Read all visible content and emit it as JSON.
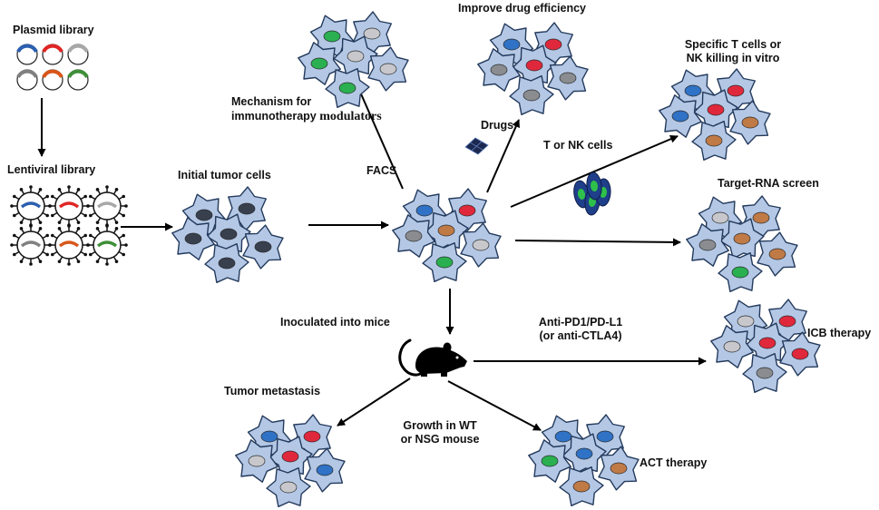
{
  "labels": {
    "plasmid_library": "Plasmid library",
    "lentiviral_library": "Lentiviral library",
    "initial_tumor_cells": "Initial tumor cells",
    "facs": "FACS",
    "mechanism_line1": "Mechanism  for",
    "mechanism_line2a": "immunotherapy ",
    "mechanism_line2b": "modulators",
    "improve_drug_efficiency": "Improve drug efficiency",
    "drugs": "Drugs",
    "t_or_nk_cells": "T or NK cells",
    "specific_line1": "Specific T cells or",
    "specific_line2": "NK killing in vitro",
    "target_rna_screen": "Target-RNA screen",
    "inoculated_into_mice": "Inoculated into mice",
    "anti_pd1_line1": "Anti-PD1/PD-L1",
    "anti_pd1_line2": "(or anti-CTLA4)",
    "icb_therapy": "ICB therapy",
    "tumor_metastasis": "Tumor metastasis",
    "growth_line1": "Growth in WT",
    "growth_line2": "or NSG mouse",
    "act_therapy": "ACT therapy"
  },
  "colors": {
    "cell_fill": "#b4c8e6",
    "cell_stroke": "#243a5c",
    "nucleus_dark": "#38404e",
    "nucleus_blue": "#2f72c6",
    "nucleus_red": "#e0283c",
    "nucleus_gray": "#8a8c90",
    "nucleus_light": "#c8c8cc",
    "nucleus_green": "#2ab050",
    "nucleus_brown": "#c07a46",
    "plasmid_blue": "#2b5fb0",
    "plasmid_red": "#e02626",
    "plasmid_gray": "#a8a8a8",
    "plasmid_dgray": "#808080",
    "plasmid_orange": "#d8561a",
    "plasmid_green": "#3f8f38",
    "arrow": "#000000"
  }
}
